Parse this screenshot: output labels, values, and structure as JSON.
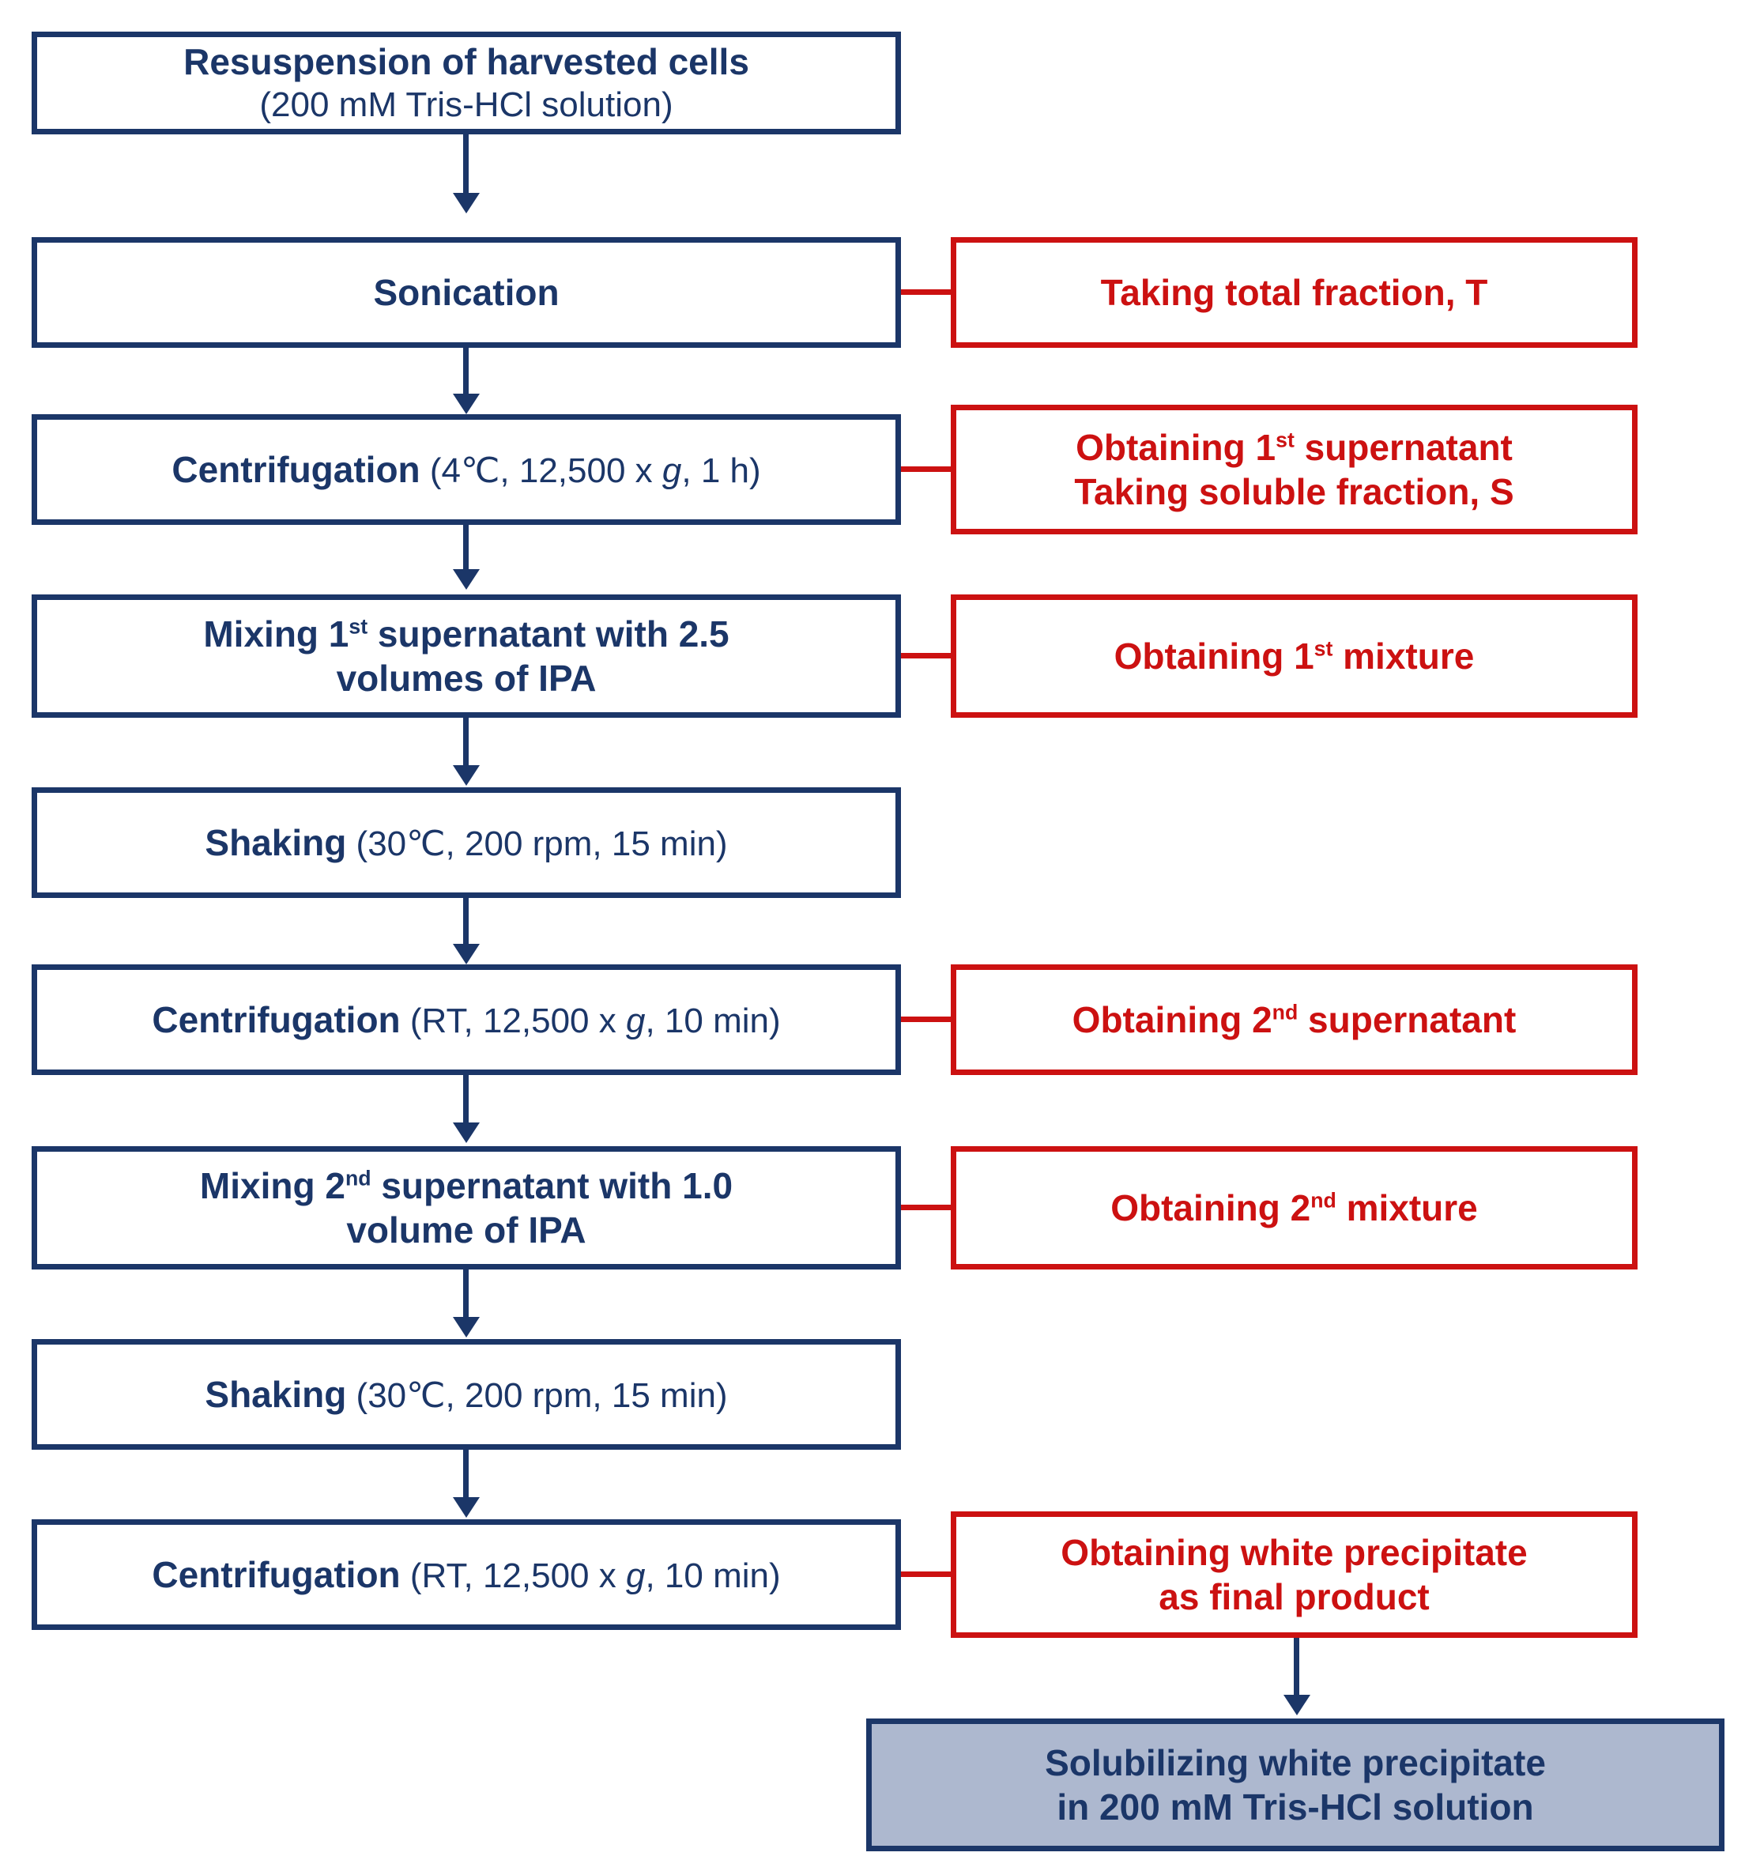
{
  "diagram": {
    "title": "Protein purification workflow flowchart",
    "colors": {
      "process_border": "#1b3668",
      "process_text": "#1b3668",
      "note_border": "#cc1111",
      "note_text": "#cc1111",
      "final_fill": "#adb8cf",
      "background": "#ffffff"
    },
    "steps": [
      {
        "id": "resuspension",
        "line1_bold": "Resuspension of harvested cells",
        "line2_plain": "(200 mM Tris-HCl solution)"
      },
      {
        "id": "sonication",
        "bold": "Sonication",
        "plain": ""
      },
      {
        "id": "centrifugation-1",
        "bold": "Centrifugation",
        "plain_pre": " (4℃, 12,500 x ",
        "italic": "g",
        "plain_post": ", 1 h)"
      },
      {
        "id": "mixing-1",
        "line1_pre": "Mixing 1",
        "line1_sup": "st",
        "line1_post": " supernatant with 2.5",
        "line2": "volumes of IPA"
      },
      {
        "id": "shaking-1",
        "bold": "Shaking",
        "plain": " (30℃, 200 rpm, 15 min)"
      },
      {
        "id": "centrifugation-2",
        "bold": "Centrifugation",
        "plain_pre": " (RT, 12,500 x ",
        "italic": "g",
        "plain_post": ", 10 min)"
      },
      {
        "id": "mixing-2",
        "line1_pre": "Mixing 2",
        "line1_sup": "nd",
        "line1_post": " supernatant with 1.0",
        "line2": "volume of IPA"
      },
      {
        "id": "shaking-2",
        "bold": "Shaking",
        "plain": " (30℃, 200 rpm, 15 min)"
      },
      {
        "id": "centrifugation-3",
        "bold": "Centrifugation",
        "plain_pre": " (RT, 12,500 x ",
        "italic": "g",
        "plain_post": ", 10 min)"
      }
    ],
    "notes": [
      {
        "id": "note-total-fraction",
        "line1": "Taking total fraction, T"
      },
      {
        "id": "note-first-supernatant",
        "line1": "Obtaining 1",
        "line1_sup": "st",
        "line1_post": " supernatant",
        "line2": "Taking soluble fraction, S"
      },
      {
        "id": "note-first-mixture",
        "line1": "Obtaining 1",
        "line1_sup": "st",
        "line1_post": " mixture"
      },
      {
        "id": "note-second-supernatant",
        "line1": "Obtaining 2",
        "line1_sup": "nd",
        "line1_post": " supernatant"
      },
      {
        "id": "note-second-mixture",
        "line1": "Obtaining 2",
        "line1_sup": "nd",
        "line1_post": " mixture"
      },
      {
        "id": "note-white-precipitate",
        "line1": "Obtaining white precipitate",
        "line2": "as final product"
      }
    ],
    "final": {
      "id": "solubilizing",
      "line1": "Solubilizing white precipitate",
      "line2": "in 200 mM Tris-HCl solution"
    }
  }
}
